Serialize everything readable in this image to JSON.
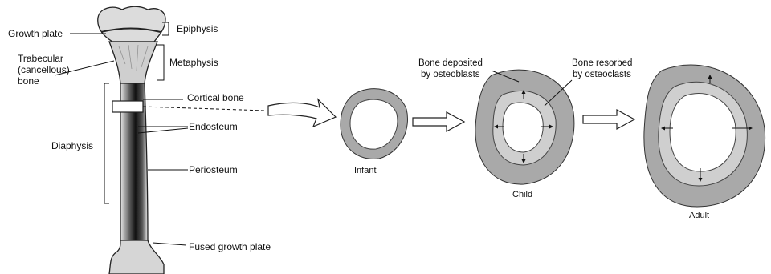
{
  "bone_labels": {
    "growth_plate": "Growth plate",
    "trabecular_line1": "Trabecular",
    "trabecular_line2": "(cancellous)",
    "trabecular_line3": "bone",
    "diaphysis": "Diaphysis",
    "epiphysis": "Epiphysis",
    "metaphysis": "Metaphysis",
    "cortical_bone": "Cortical bone",
    "endosteum": "Endosteum",
    "periosteum": "Periosteum",
    "fused_growth_plate": "Fused growth plate"
  },
  "cross_sections": {
    "infant": "Infant",
    "child": "Child",
    "adult": "Adult",
    "deposited_line1": "Bone deposited",
    "deposited_line2": "by osteoblasts",
    "resorbed_line1": "Bone resorbed",
    "resorbed_line2": "by osteoclasts"
  },
  "colors": {
    "outer_ring": "#a9a9a9",
    "inner_ring": "#cfcfcf",
    "bone_dark": "#2a2a2a",
    "bone_light": "#d9d9d9"
  }
}
